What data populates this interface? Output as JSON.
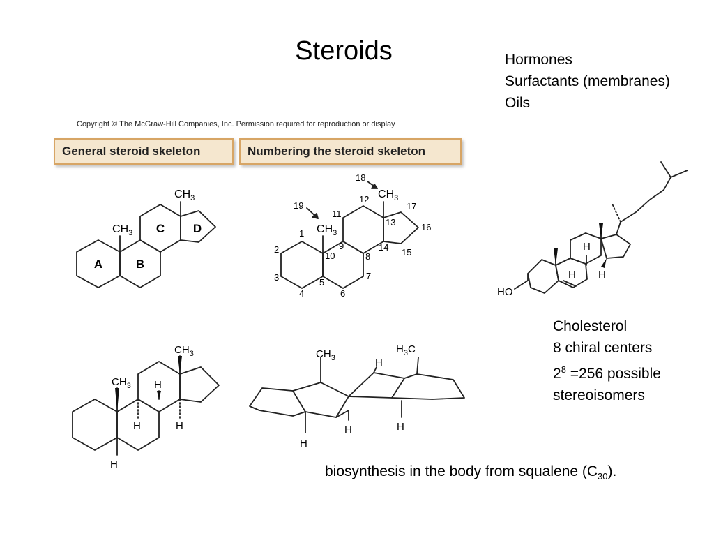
{
  "slide": {
    "title": "Steroids",
    "uses": [
      "Hormones",
      "Surfactants (membranes)",
      "Oils"
    ],
    "copyright": "Copyright © The McGraw-Hill Companies, Inc. Permission required for reproduction or display",
    "panel_general": "General steroid skeleton",
    "panel_numbering": "Numbering the steroid skeleton",
    "ring_labels": [
      "A",
      "B",
      "C",
      "D"
    ],
    "methyl": "CH3",
    "hydrogen": "H",
    "h3c": "H3C",
    "hydroxyl": "HO",
    "numbering_labels": [
      "1",
      "2",
      "3",
      "4",
      "5",
      "6",
      "7",
      "8",
      "9",
      "10",
      "11",
      "12",
      "13",
      "14",
      "15",
      "16",
      "17",
      "18",
      "19"
    ],
    "cholesterol": {
      "name": "Cholesterol",
      "chiral": "8 chiral centers",
      "stereo_base": "2",
      "stereo_exp": "8",
      "stereo_rest": " =256 possible",
      "stereo_line2": "stereoisomers"
    },
    "biosynthesis": {
      "text": "biosynthesis in the body from squalene (C",
      "sub": "30",
      "tail": ")."
    }
  }
}
